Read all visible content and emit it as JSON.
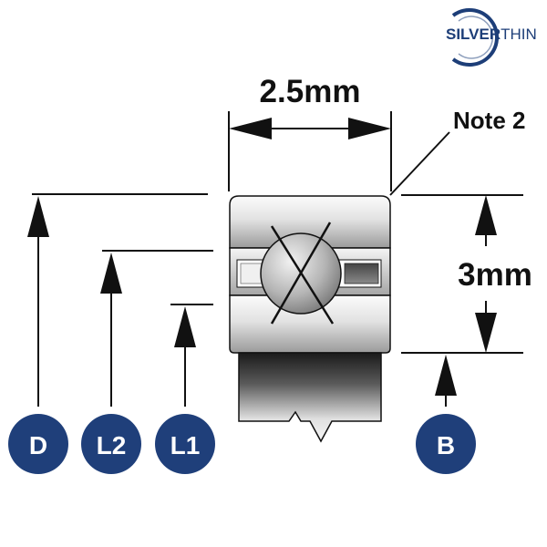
{
  "logo": {
    "part1": "SILVER",
    "part2": "THIN",
    "colors": {
      "silver": "#1d3e78",
      "thin": "#1d3e78",
      "ring": "#1d3e78"
    }
  },
  "dimensions": {
    "width_label": "2.5mm",
    "height_label": "3mm",
    "note_label": "Note 2"
  },
  "badges": {
    "d": "D",
    "l2": "L2",
    "l1": "L1",
    "b": "B",
    "color": "#1f3f7a"
  },
  "colors": {
    "line": "#111111",
    "ring_light": "#e6e6e6",
    "ring_mid": "#a8a8a8",
    "ring_dark": "#3c3c3c",
    "ball": "#b8b8b8"
  }
}
